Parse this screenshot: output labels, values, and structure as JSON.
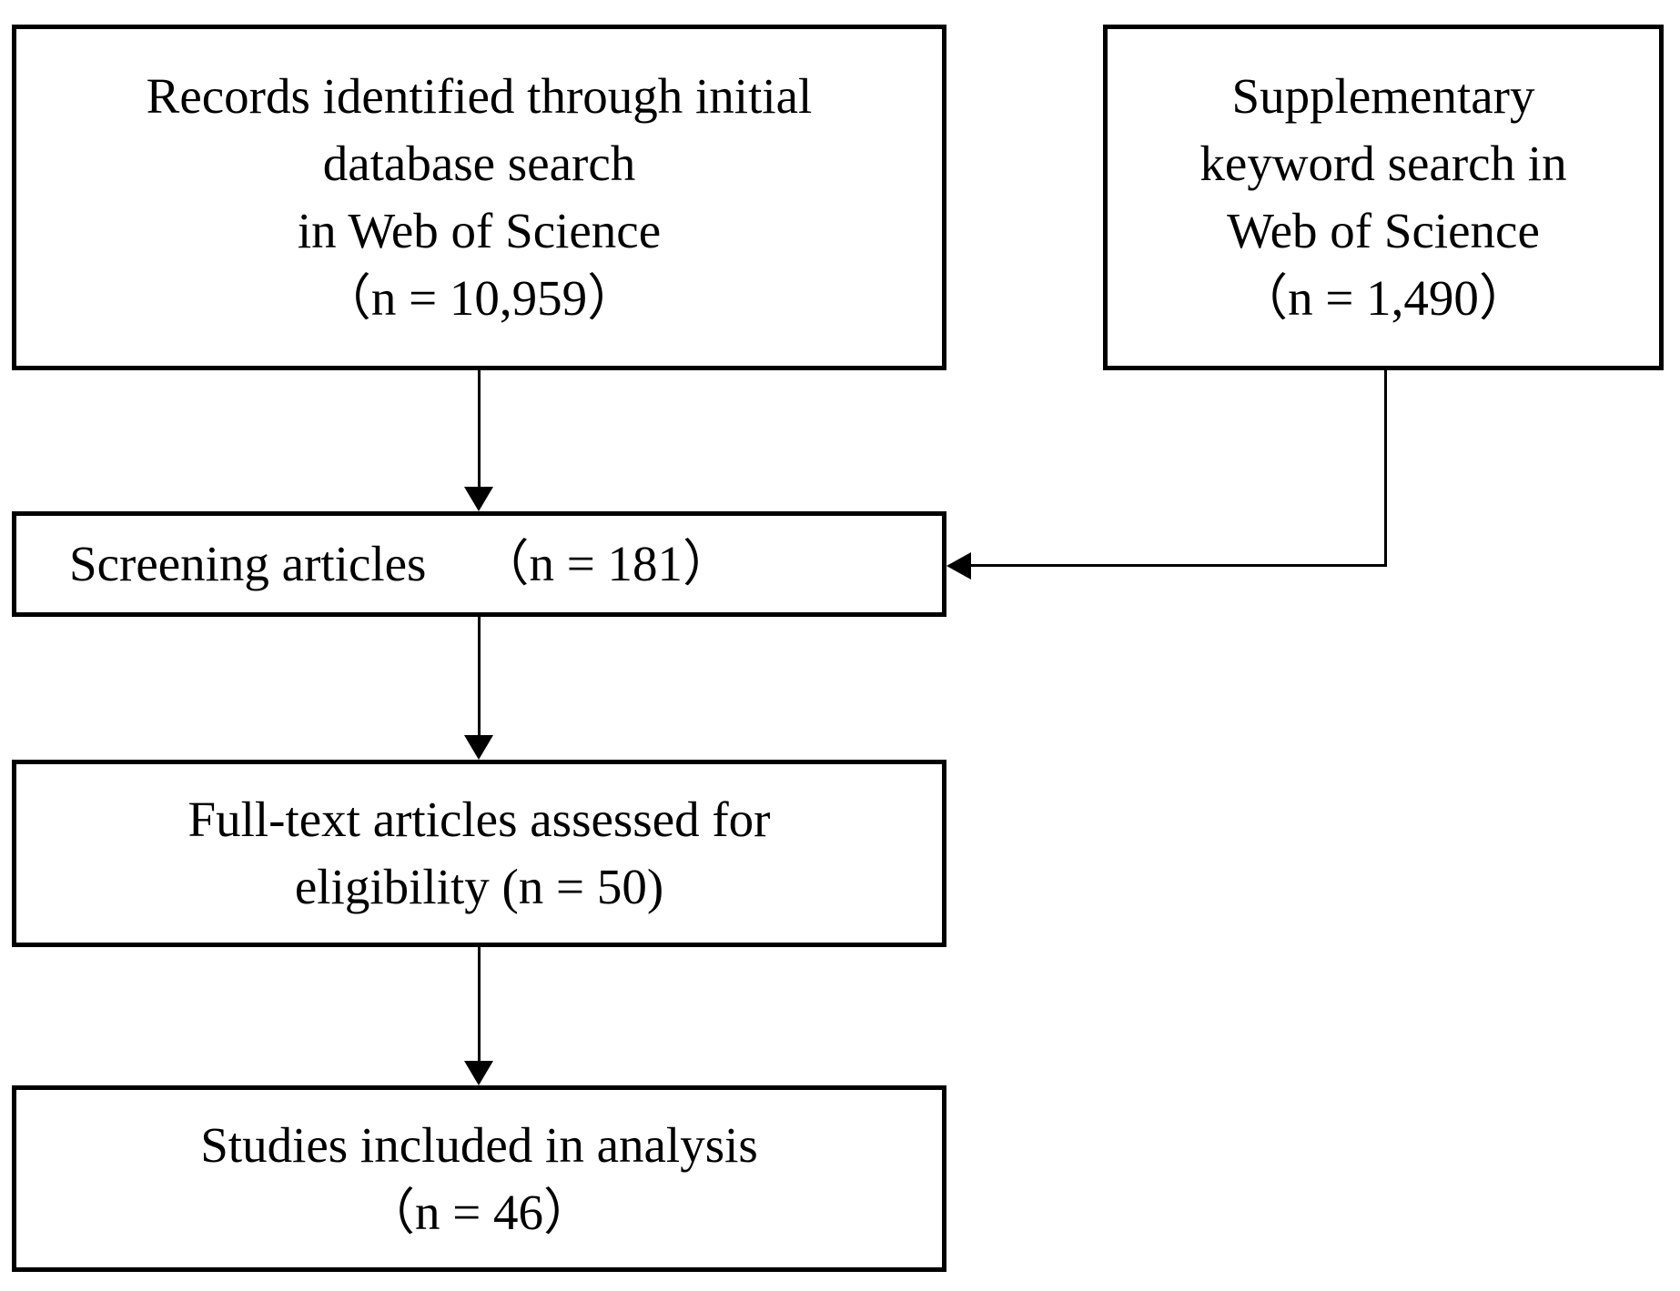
{
  "diagram": {
    "type": "flowchart",
    "colors": {
      "background": "#ffffff",
      "line": "#000000",
      "text": "#000000"
    },
    "nodes": {
      "records": {
        "lines": [
          "Records identified through initial",
          "database search",
          "in Web of Science",
          "（n = 10,959）"
        ]
      },
      "supplementary": {
        "lines": [
          "Supplementary",
          "keyword search in",
          "Web of Science",
          "（n = 1,490）"
        ]
      },
      "screening": {
        "label": "Screening articles",
        "count_label": "（n = 181）"
      },
      "fulltext": {
        "lines": [
          "Full-text articles assessed for",
          "eligibility (n = 50)"
        ]
      },
      "included": {
        "lines": [
          "Studies included in analysis",
          "（n = 46）"
        ]
      }
    },
    "edges": [
      {
        "from": "records",
        "to": "screening",
        "direction": "down"
      },
      {
        "from": "supplementary",
        "to": "screening",
        "direction": "down-then-left"
      },
      {
        "from": "screening",
        "to": "fulltext",
        "direction": "down"
      },
      {
        "from": "fulltext",
        "to": "included",
        "direction": "down"
      }
    ]
  }
}
